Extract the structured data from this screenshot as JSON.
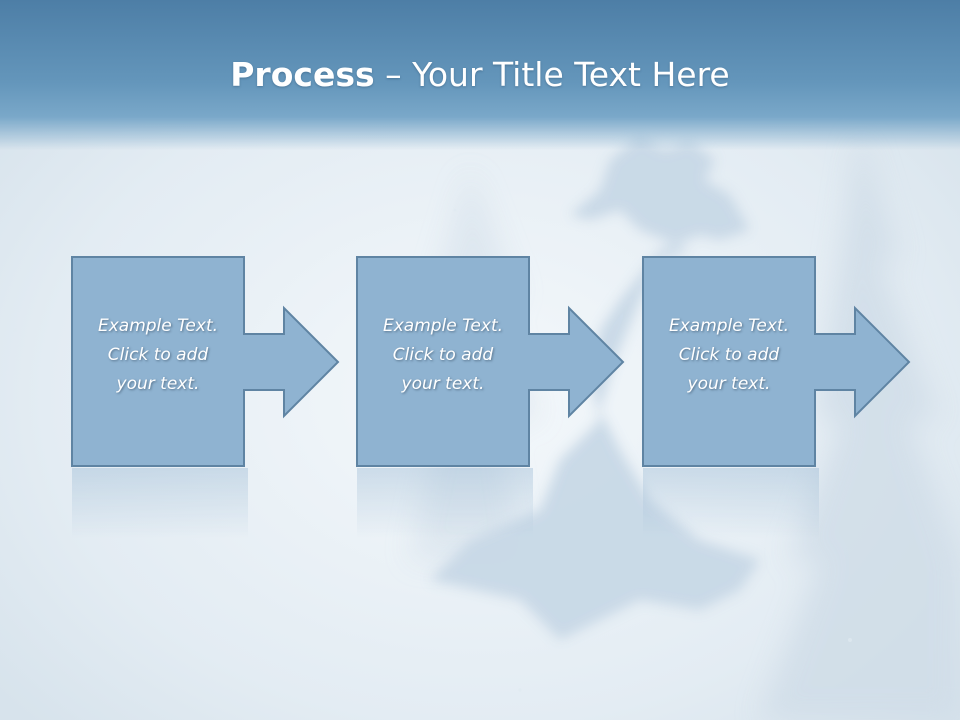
{
  "title": {
    "strong": "Process",
    "rest": " – Your Title Text Here"
  },
  "steps": [
    {
      "text": "Example Text.\nClick  to add\nyour text."
    },
    {
      "text": "Example Text.\nClick  to add\nyour text."
    },
    {
      "text": "Example Text.\nClick  to add\nyour text."
    }
  ],
  "colors": {
    "header": "#6496bb",
    "box_fill": "#8fb3d1",
    "box_stroke": "#5f84a3",
    "text": "#ffffff"
  }
}
